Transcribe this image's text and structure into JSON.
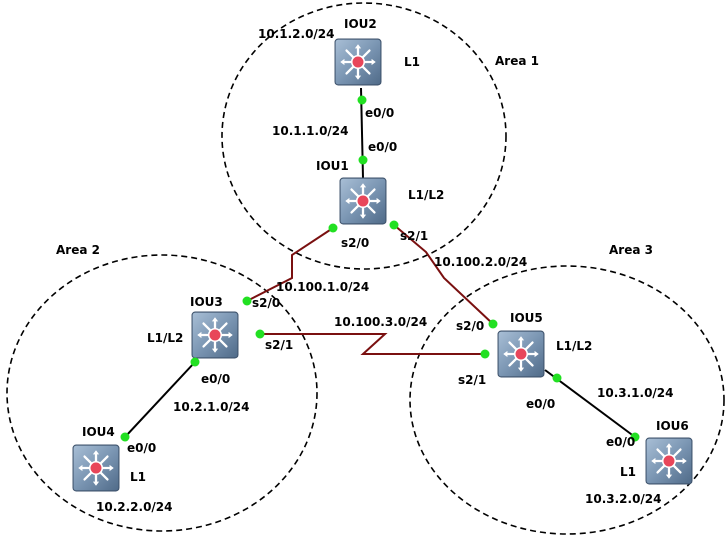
{
  "areas": [
    {
      "id": "area1",
      "label": "Area 1"
    },
    {
      "id": "area2",
      "label": "Area 2"
    },
    {
      "id": "area3",
      "label": "Area 3"
    }
  ],
  "devices": [
    {
      "id": "iou2",
      "name": "IOU2",
      "level": "L1"
    },
    {
      "id": "iou1",
      "name": "IOU1",
      "level": "L1/L2"
    },
    {
      "id": "iou3",
      "name": "IOU3",
      "level": "L1/L2"
    },
    {
      "id": "iou4",
      "name": "IOU4",
      "level": "L1"
    },
    {
      "id": "iou5",
      "name": "IOU5",
      "level": "L1/L2"
    },
    {
      "id": "iou6",
      "name": "IOU6",
      "level": "L1"
    }
  ],
  "networks": {
    "iou2_lan": "10.1.2.0/24",
    "iou1_iou2": "10.1.1.0/24",
    "iou1_iou3": "10.100.1.0/24",
    "iou1_iou5": "10.100.2.0/24",
    "iou3_iou5": "10.100.3.0/24",
    "iou3_iou4": "10.2.1.0/24",
    "iou4_lan": "10.2.2.0/24",
    "iou5_iou6": "10.3.1.0/24",
    "iou6_lan": "10.3.2.0/24"
  },
  "interfaces": {
    "iou2_e00": "e0/0",
    "iou1_e00": "e0/0",
    "iou1_s20": "s2/0",
    "iou1_s21": "s2/1",
    "iou3_s20": "s2/0",
    "iou3_s21": "s2/1",
    "iou3_e00": "e0/0",
    "iou4_e00": "e0/0",
    "iou5_s20": "s2/0",
    "iou5_s21": "s2/1",
    "iou5_e00": "e0/0",
    "iou6_e00": "e0/0"
  },
  "colors": {
    "ethernet_link": "#000000",
    "serial_link": "#7a1010",
    "port_dot": "#22e022",
    "area_border": "#000000",
    "switch_body": "#7b96b3"
  }
}
